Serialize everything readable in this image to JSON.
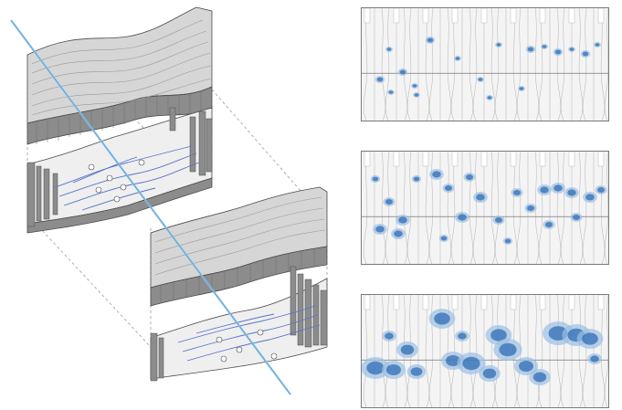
{
  "figure": {
    "colors": {
      "background": "#ffffff",
      "wall_fill": "#d6d6d6",
      "wall_dark": "#8c8c8c",
      "wall_light": "#efefef",
      "outline": "#4a4a4a",
      "axis_line": "#8fc3e6",
      "blob_fill": "#2f6db5",
      "blob_light": "#9dbfe3",
      "panel_bg": "#f4f4f4",
      "panel_lines": "#bdbdbd",
      "panel_border": "#7a7a7a",
      "guide_dashes": "#9a9a9a"
    },
    "left_model": {
      "pieces": [
        "upper-module-top-shell",
        "upper-module-floor",
        "lower-module-top-shell",
        "lower-module-floor"
      ],
      "crossing_line": "diagonal-axis"
    },
    "right_panels": [
      {
        "id": "panel-1",
        "density": "low"
      },
      {
        "id": "panel-2",
        "density": "medium"
      },
      {
        "id": "panel-3",
        "density": "high"
      }
    ]
  }
}
